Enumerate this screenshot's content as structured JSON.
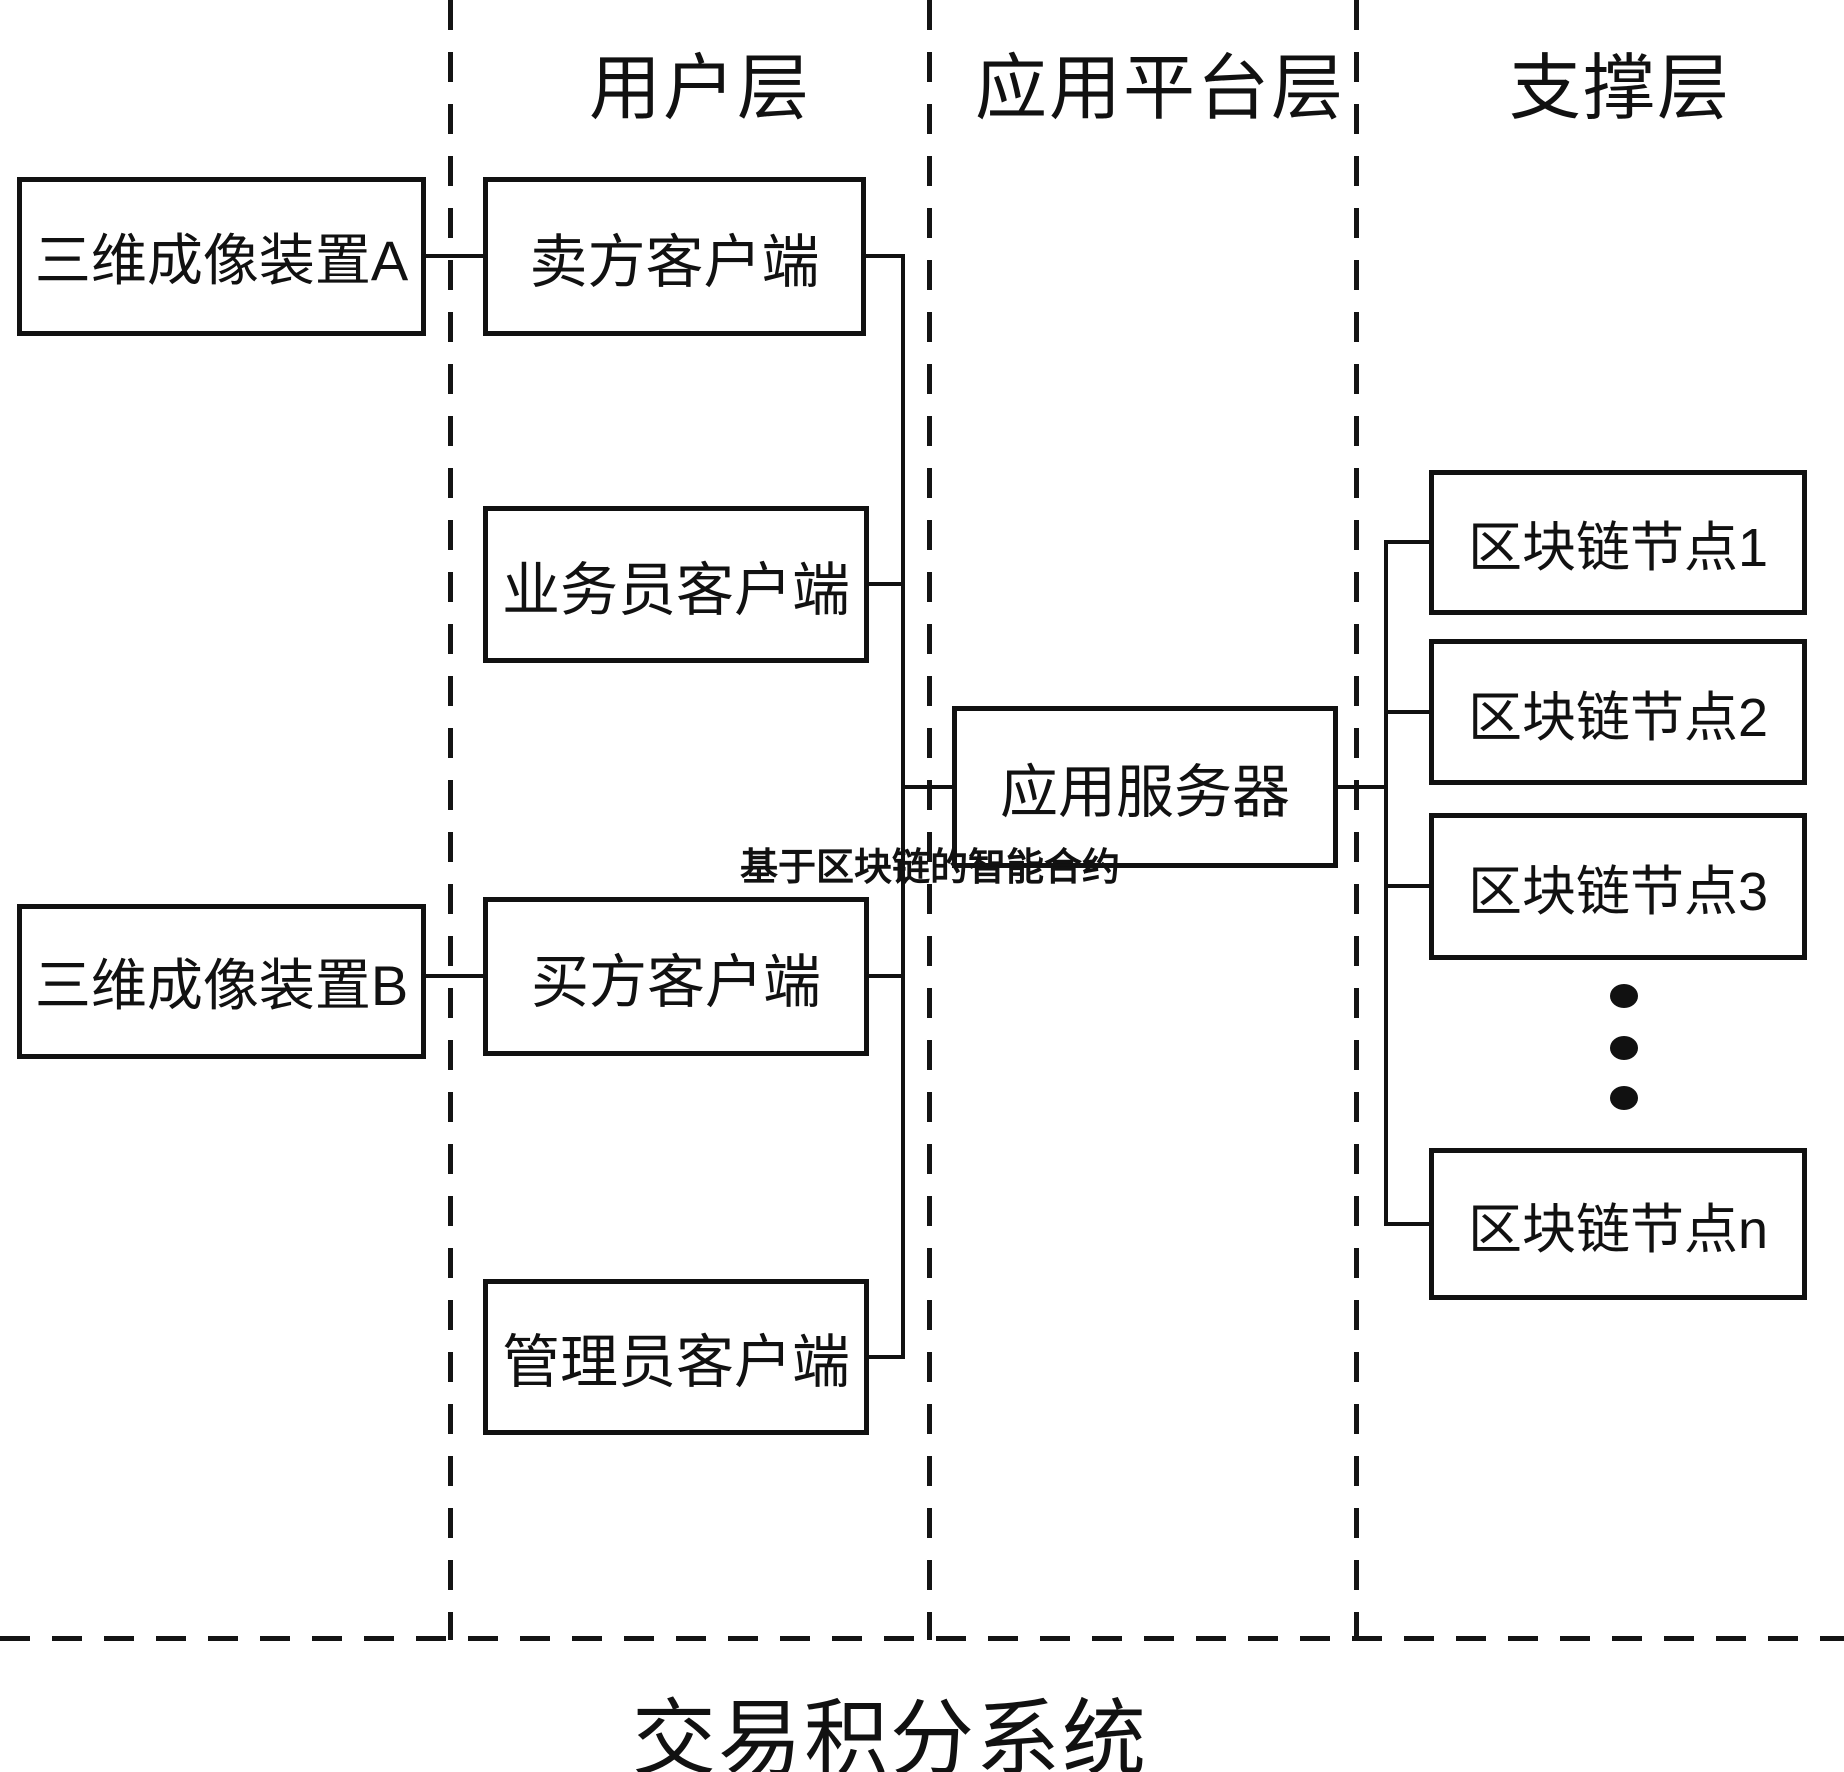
{
  "colors": {
    "ink": "#111111",
    "background": "#ffffff"
  },
  "layers": [
    {
      "label": "用户层"
    },
    {
      "label": "应用平台层"
    },
    {
      "label": "支撑层"
    }
  ],
  "devices": [
    {
      "label": "三维成像装置A"
    },
    {
      "label": "三维成像装置B"
    }
  ],
  "clients": [
    {
      "label": "卖方客户端"
    },
    {
      "label": "业务员客户端"
    },
    {
      "label": "买方客户端"
    },
    {
      "label": "管理员客户端"
    }
  ],
  "server": {
    "label": "应用服务器"
  },
  "annotation": {
    "label": "基于区块链的智能合约"
  },
  "nodes": [
    {
      "label": "区块链节点1"
    },
    {
      "label": "区块链节点2"
    },
    {
      "label": "区块链节点3"
    },
    {
      "label": "区块链节点n"
    }
  ],
  "ellipsis": {
    "dot_count": 3
  },
  "footer": {
    "title": "交易积分系统"
  }
}
